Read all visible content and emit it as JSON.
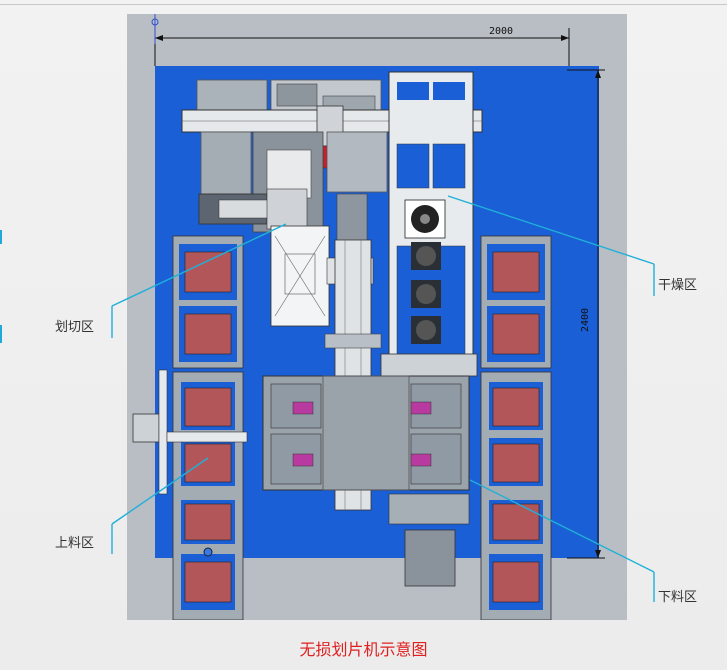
{
  "dimensions": {
    "width": "2000",
    "height": "2400"
  },
  "zones": {
    "cutting": "划切区",
    "drying": "干燥区",
    "loading": "上料区",
    "unloading": "下料区"
  },
  "caption": "无损划片机示意图",
  "colors": {
    "floor": "#1a5fd6",
    "frame": "#9aa3ab",
    "callout": "#1fb0d8",
    "caption": "#e02020"
  }
}
